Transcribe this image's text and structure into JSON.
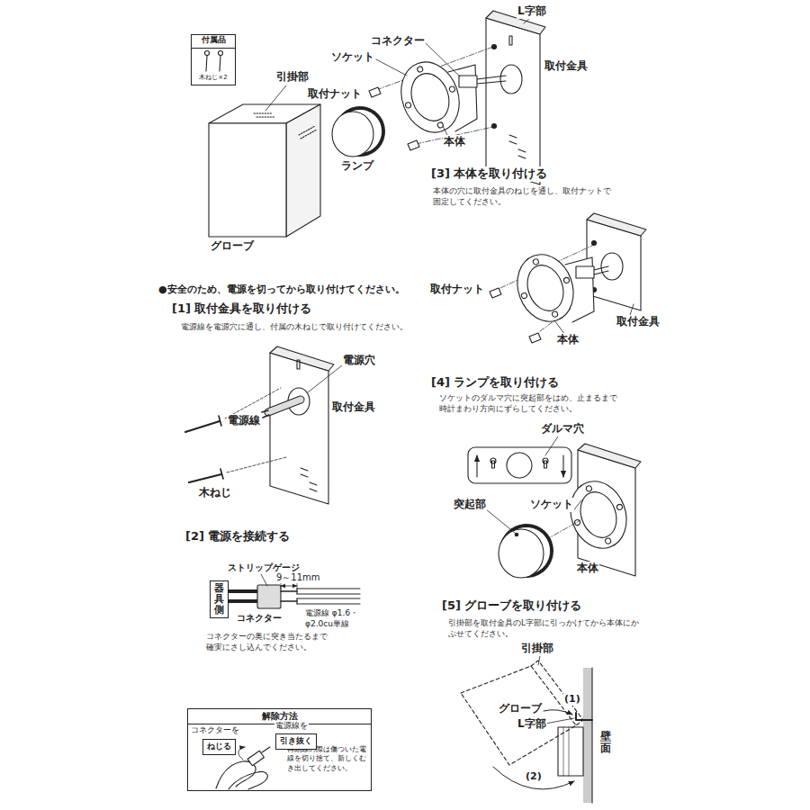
{
  "diagram": {
    "nodes": [
      {
        "text": [
          "付属品",
          "木ねじ×2"
        ]
      },
      {
        "text": [
          "器具側"
        ]
      },
      {
        "text": [
          "解除方法",
          "再結線の際は傷ついた電線を切り捨て、新しくむき出してください。"
        ]
      },
      {
        "text": [
          "ねじる"
        ],
        "in": 2
      },
      {
        "text": [
          "引き抜く"
        ],
        "in": 2
      }
    ],
    "labels": [
      "L字部",
      "コネクター",
      "ソケット",
      "取付金具",
      "引掛部",
      "取付ナット",
      "本体",
      "ランプ",
      "グローブ",
      "[3] 本体を取り付ける",
      "本体の穴に取付金具のねじを通し、取付ナットで固定してください。",
      "取付ナット",
      "取付金具",
      "本体",
      "●安全のため、電源を切ってから取り付けてください。",
      "[1] 取付金具を取り付ける",
      "電源線を電源穴に通し、付属の木ねじで取り付けてください。",
      "電源穴",
      "取付金具",
      "電源線",
      "木ねじ",
      "[2] 電源を接続する",
      "ストリップゲージ",
      "9～11mm",
      "コネクター",
      "電源線 φ1.6・φ2.0cu単線",
      "コネクターの奥に突き当たるまで確実にさし込んでください。",
      "コネクターを",
      "電源線を",
      "[4] ランプを取り付ける",
      "ソケットのダルマ穴に突起部をはめ、止まるまで時計まわり方向にずらしてください。",
      "ダルマ穴",
      "突起部",
      "ソケット",
      "本体",
      "[5] グローブを取り付ける",
      "引掛部を取付金具のL字部に引っかけてから本体にかぶせてください。",
      "引掛部",
      "(1)",
      "グローブ",
      "L字部",
      "壁面",
      "(2)"
    ]
  }
}
